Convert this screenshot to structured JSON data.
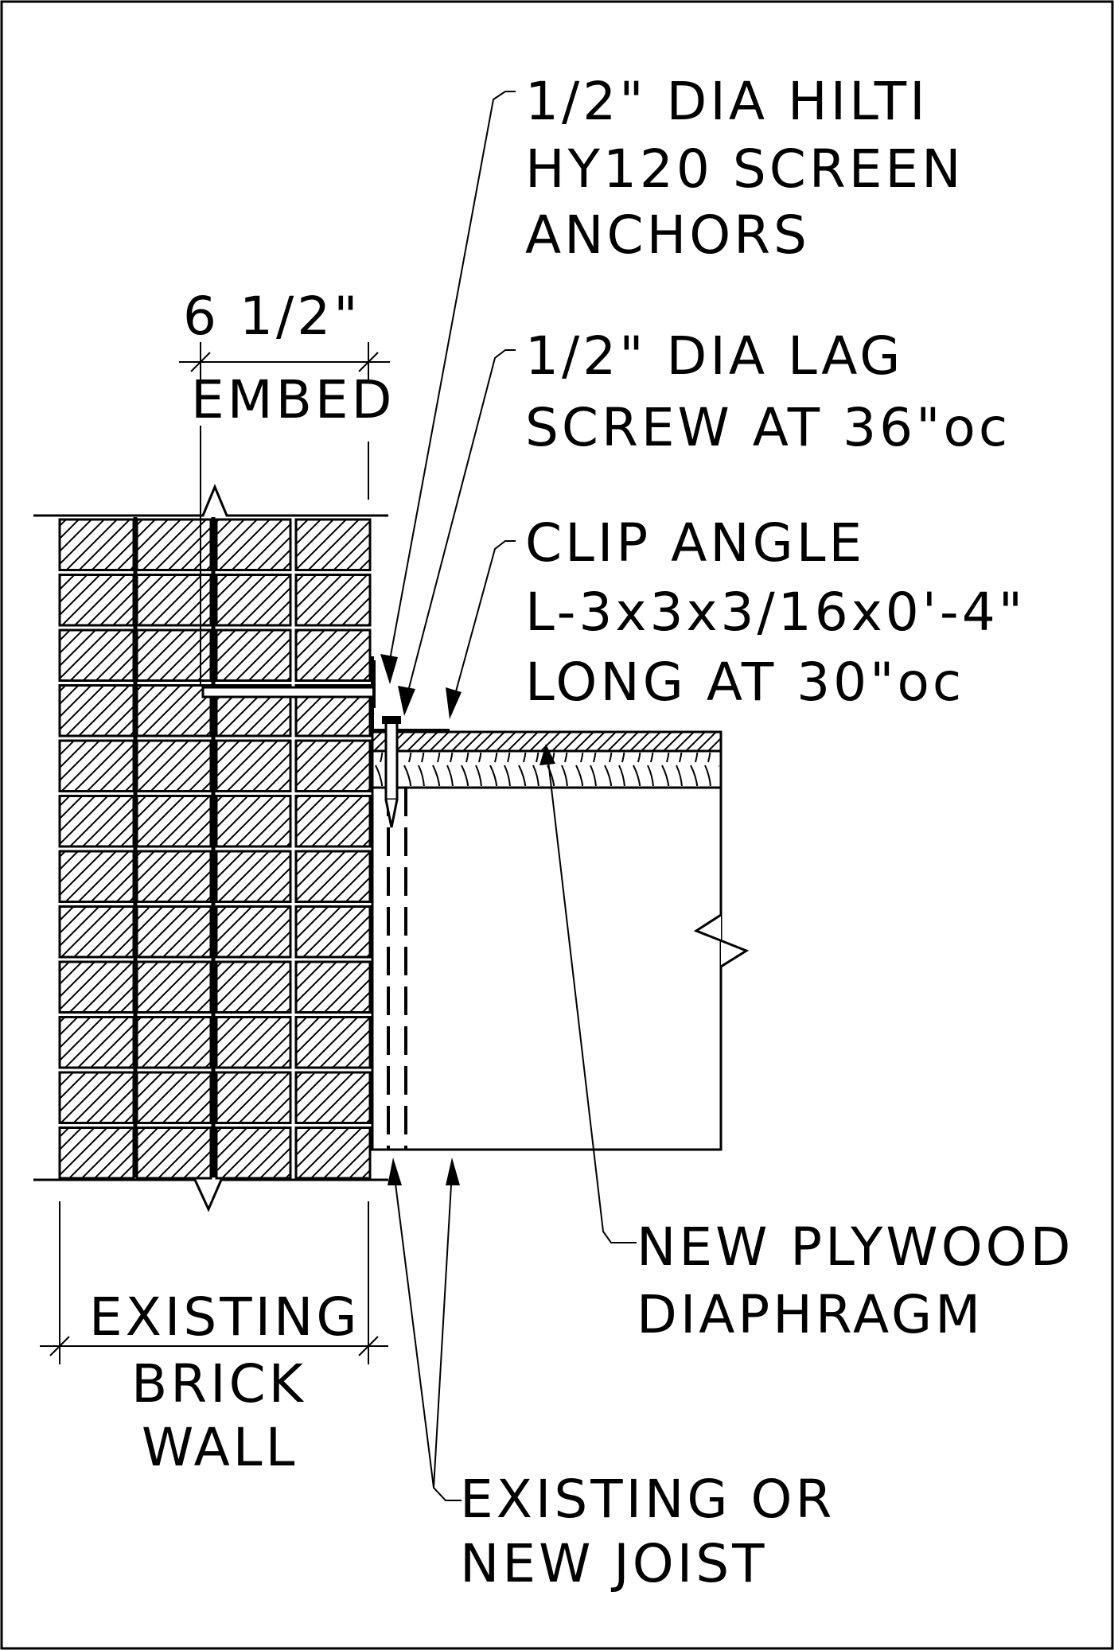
{
  "labels": {
    "anchor_line1": "1/2\" DIA HILTI",
    "anchor_line2": "HY120 SCREEN",
    "anchor_line3": "ANCHORS",
    "lag_line1": "1/2\" DIA LAG",
    "lag_line2": "SCREW AT 36\"oc",
    "clip_line1": "CLIP ANGLE",
    "clip_line2": "L-3x3x3/16x0'-4\"",
    "clip_line3": "LONG AT 30\"oc",
    "embed_dim": "6 1/2\"",
    "embed_label": "EMBED",
    "plywood_line1": "NEW PLYWOOD",
    "plywood_line2": "DIAPHRAGM",
    "wall_line1": "EXISTING",
    "wall_line2": "BRICK",
    "wall_line3": "WALL",
    "joist_line1": "EXISTING OR",
    "joist_line2": "NEW JOIST"
  }
}
